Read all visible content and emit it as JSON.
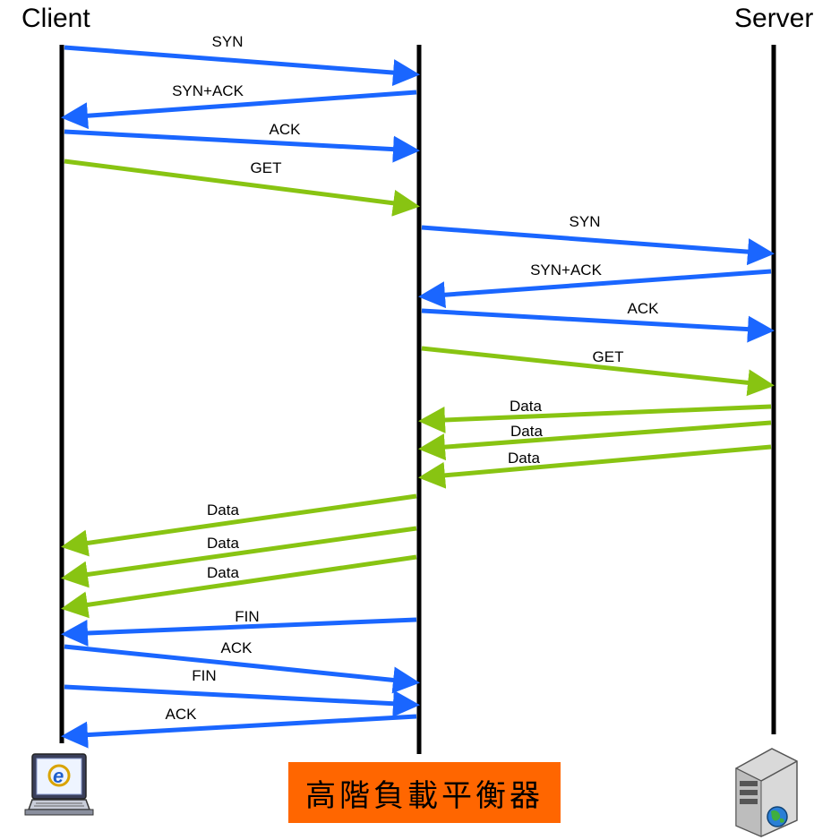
{
  "titles": {
    "client": "Client",
    "server": "Server"
  },
  "load_balancer_label": "高階負載平衡器",
  "colors": {
    "tcp": "#1a66ff",
    "http": "#88c412",
    "lifeline": "#000000",
    "lb_box": "#ff6600"
  },
  "icons": {
    "client": "laptop-browser-icon",
    "server": "server-tower-icon"
  },
  "messages": [
    {
      "label": "SYN",
      "from": "client",
      "to": "lb",
      "kind": "tcp"
    },
    {
      "label": "SYN+ACK",
      "from": "lb",
      "to": "client",
      "kind": "tcp"
    },
    {
      "label": "ACK",
      "from": "client",
      "to": "lb",
      "kind": "tcp"
    },
    {
      "label": "GET",
      "from": "client",
      "to": "lb",
      "kind": "http"
    },
    {
      "label": "SYN",
      "from": "lb",
      "to": "server",
      "kind": "tcp"
    },
    {
      "label": "SYN+ACK",
      "from": "server",
      "to": "lb",
      "kind": "tcp"
    },
    {
      "label": "ACK",
      "from": "lb",
      "to": "server",
      "kind": "tcp"
    },
    {
      "label": "GET",
      "from": "lb",
      "to": "server",
      "kind": "http"
    },
    {
      "label": "Data",
      "from": "server",
      "to": "lb",
      "kind": "http"
    },
    {
      "label": "Data",
      "from": "server",
      "to": "lb",
      "kind": "http"
    },
    {
      "label": "Data",
      "from": "server",
      "to": "lb",
      "kind": "http"
    },
    {
      "label": "Data",
      "from": "lb",
      "to": "client",
      "kind": "http"
    },
    {
      "label": "Data",
      "from": "lb",
      "to": "client",
      "kind": "http"
    },
    {
      "label": "Data",
      "from": "lb",
      "to": "client",
      "kind": "http"
    },
    {
      "label": "FIN",
      "from": "lb",
      "to": "client",
      "kind": "tcp"
    },
    {
      "label": "ACK",
      "from": "client",
      "to": "lb",
      "kind": "tcp"
    },
    {
      "label": "FIN",
      "from": "client",
      "to": "lb",
      "kind": "tcp"
    },
    {
      "label": "ACK",
      "from": "lb",
      "to": "client",
      "kind": "tcp"
    }
  ]
}
